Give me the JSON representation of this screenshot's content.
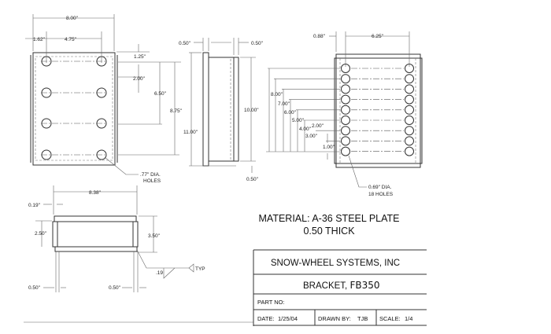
{
  "front_view": {
    "width": "8.00\"",
    "edge": "1.62\"",
    "spacing": "4.75\"",
    "top": "1.25\"",
    "pitch": "2.00\"",
    "span1": "6.50\"",
    "span2": "8.75\"",
    "holes_note_1": ".77\" DIA.",
    "holes_note_2": "HOLES"
  },
  "side_view": {
    "thick_left": "0.50\"",
    "thick_right": "0.50\"",
    "height": "11.00\"",
    "inner": "10.00\"",
    "bottom": "0.50\""
  },
  "hole_view": {
    "edge": "0.88\"",
    "spacing": "6.25\"",
    "dims": [
      "8.00\"",
      "7.00\"",
      "6.00\"",
      "5.00\"",
      "4.00\"",
      "3.00\"",
      "2.00\"",
      "1.00\""
    ],
    "holes_note_1": "0.69\" DIA.",
    "holes_note_2": "18 HOLES"
  },
  "bottom_view": {
    "width": "8.38\"",
    "flange": "0.19\"",
    "height_inner": "2.50\"",
    "height_outer": "3.50\"",
    "weld": ".19",
    "weld_note": "TYP",
    "left": "0.50\"",
    "right": "0.50\""
  },
  "material": {
    "line1": "MATERIAL:  A-36 STEEL PLATE",
    "line2": "0.50 THICK"
  },
  "title_block": {
    "company": "SNOW-WHEEL SYSTEMS, INC",
    "part_name": "BRACKET, ",
    "part_code": "FB350",
    "part_no_label": "PART NO:",
    "date_label": "DATE:",
    "date": "1/25/04",
    "drawn_label": "DRAWN BY:",
    "drawn": "TJB",
    "scale_label": "SCALE:",
    "scale": "1/4"
  }
}
